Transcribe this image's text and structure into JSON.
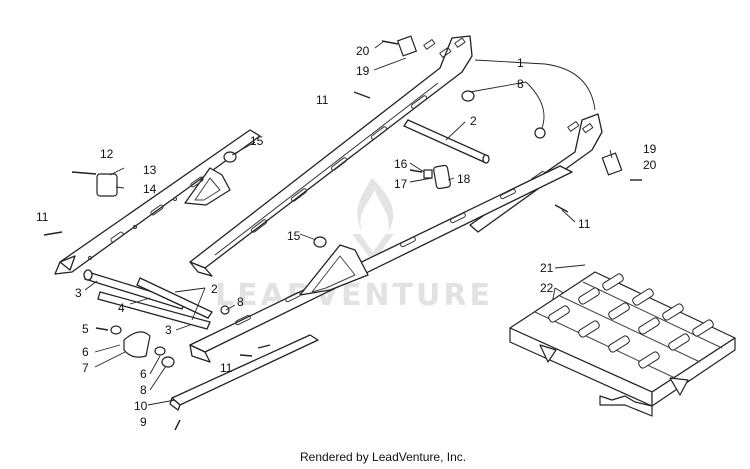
{
  "diagram": {
    "callouts": [
      {
        "id": "c20a",
        "text": "20"
      },
      {
        "id": "c19a",
        "text": "19"
      },
      {
        "id": "c1",
        "text": "1"
      },
      {
        "id": "c8a",
        "text": "8"
      },
      {
        "id": "c11a",
        "text": "11"
      },
      {
        "id": "c2a",
        "text": "2"
      },
      {
        "id": "c15a",
        "text": "15"
      },
      {
        "id": "c12",
        "text": "12"
      },
      {
        "id": "c13",
        "text": "13"
      },
      {
        "id": "c14",
        "text": "14"
      },
      {
        "id": "c16",
        "text": "16"
      },
      {
        "id": "c17",
        "text": "17"
      },
      {
        "id": "c18",
        "text": "18"
      },
      {
        "id": "c19b",
        "text": "19"
      },
      {
        "id": "c20b",
        "text": "20"
      },
      {
        "id": "c11b",
        "text": "11"
      },
      {
        "id": "c11c",
        "text": "11"
      },
      {
        "id": "c15b",
        "text": "15"
      },
      {
        "id": "c3a",
        "text": "3"
      },
      {
        "id": "c4",
        "text": "4"
      },
      {
        "id": "c2b",
        "text": "2"
      },
      {
        "id": "c8b",
        "text": "8"
      },
      {
        "id": "c5",
        "text": "5"
      },
      {
        "id": "c3b",
        "text": "3"
      },
      {
        "id": "c6a",
        "text": "6"
      },
      {
        "id": "c7",
        "text": "7"
      },
      {
        "id": "c6b",
        "text": "6"
      },
      {
        "id": "c11d",
        "text": "11"
      },
      {
        "id": "c8c",
        "text": "8"
      },
      {
        "id": "c10",
        "text": "10"
      },
      {
        "id": "c9",
        "text": "9"
      },
      {
        "id": "c21",
        "text": "21"
      },
      {
        "id": "c22",
        "text": "22"
      }
    ],
    "watermark": "LEADVENTURE",
    "footer": "Rendered by LeadVenture, Inc."
  }
}
